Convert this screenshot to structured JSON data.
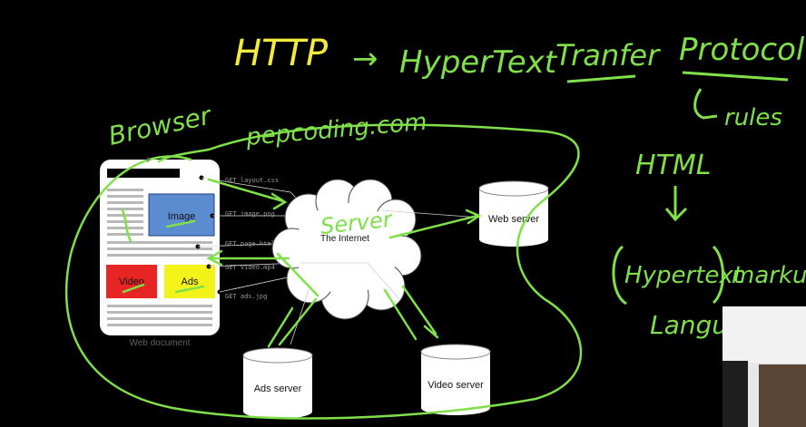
{
  "heading": {
    "http": "HTTP",
    "arrow": "→",
    "hypertext": "HyperText",
    "transfer": "Tranfer",
    "protocol": "Protocol",
    "rules": "rules"
  },
  "right_notes": {
    "html": "HTML",
    "hypertext": "Hypertext",
    "markup": "markup",
    "language": "Languag"
  },
  "annotations": {
    "browser": "Browser",
    "domain": "pepcoding.com",
    "server": "Server"
  },
  "document": {
    "caption": "Web document",
    "image_label": "Image",
    "video_label": "Video",
    "ads_label": "Ads"
  },
  "requests": [
    "GET layout.css",
    "GET image.png",
    "GET page.html",
    "GET video.mp4",
    "GET ads.jpg"
  ],
  "network": {
    "internet_label": "The Internet"
  },
  "servers": {
    "web": "Web server",
    "ads": "Ads server",
    "video": "Video server"
  },
  "colors": {
    "annotation": "#7fe04a",
    "heading_http": "#f2ea3c",
    "image_block": "#5b8cd0",
    "video_block": "#e82525",
    "ads_block": "#f3f31a"
  }
}
